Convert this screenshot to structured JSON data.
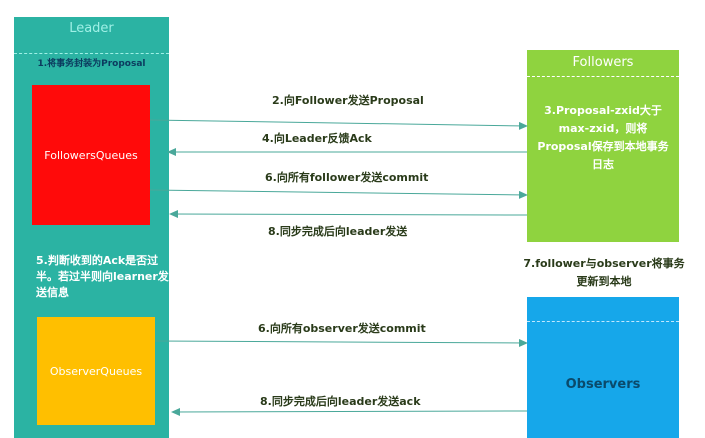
{
  "leader": {
    "title": "Leader",
    "step1": "1.将事务封装为Proposal",
    "followers_queue": "FollowersQueues",
    "step5": "5.判断收到的Ack是否过半。若过半则向learner发送信息",
    "observer_queue": "ObserverQueues"
  },
  "followers": {
    "title": "Followers",
    "step3": "3.Proposal-zxid大于max-zxid，则将Proposal保存到本地事务日志"
  },
  "observers": {
    "title": "Observers"
  },
  "arrows": {
    "step2": "2.向Follower发送Proposal",
    "step4": "4.向Leader反馈Ack",
    "step6_follower": "6.向所有follower发送commit",
    "step8_follower": "8.同步完成后向leader发送",
    "step6_observer": "6.向所有observer发送commit",
    "step8_observer": "8.同步完成后向leader发送ack"
  },
  "step7": "7.follower与observer将事务更新到本地",
  "colors": {
    "leader": "#2bb3a3",
    "followers_queue": "#ff0a0a",
    "observer_queue": "#ffbf00",
    "followers": "#8fd33f",
    "observers": "#16a7ea",
    "arrow": "#4aa89a"
  }
}
